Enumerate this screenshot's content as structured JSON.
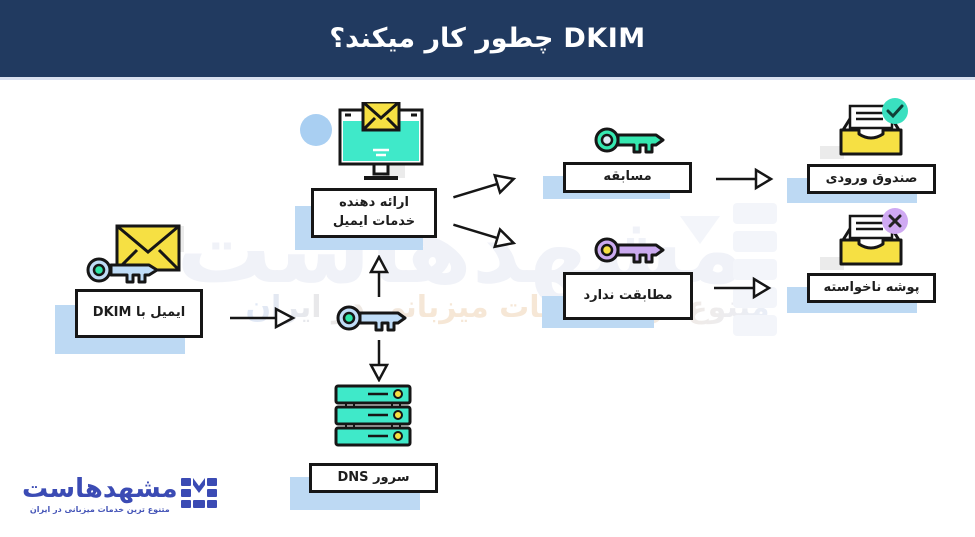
{
  "header": {
    "title": "DKIM چطور کار میکند؟",
    "bg_color": "#213a60"
  },
  "nodes": {
    "email_dkim": {
      "label": "ایمیل با DKIM",
      "icon": "envelope-key-icon"
    },
    "provider": {
      "line1": "ارائه دهنده",
      "line2": "خدمات ایمیل",
      "icon": "monitor-envelope-icon"
    },
    "dns": {
      "label": "سرور DNS",
      "icon": "server-icon"
    },
    "match": {
      "label": "مسابقه",
      "icon": "key-teal-icon"
    },
    "no_match": {
      "label": "مطابقت ندارد",
      "icon": "key-purple-icon"
    },
    "inbox": {
      "label": "صندوق ورودی",
      "icon": "inbox-check-icon"
    },
    "spam": {
      "label": "پوشه ناخواسته",
      "icon": "inbox-x-icon"
    },
    "dkim_key": {
      "icon": "key-blue-icon"
    }
  },
  "watermark": {
    "wordmark": "مشهدهاست",
    "tagline": "متنوع ترین خدمات میزبانی در ایران"
  },
  "logo": {
    "wordmark": "مشهدهاست",
    "tagline": "متنوع ترین خدمات میزبانی در ایران"
  },
  "colors": {
    "header_bg": "#213a60",
    "decor_blue": "#bdd9f3",
    "teal": "#3fe9c9",
    "key_teal": "#35e8b0",
    "yellow": "#f6e043",
    "purple": "#cbaaf0",
    "key_blue": "#bfdcf7",
    "logo_blue": "#3b4bb4",
    "outline": "#161616"
  }
}
